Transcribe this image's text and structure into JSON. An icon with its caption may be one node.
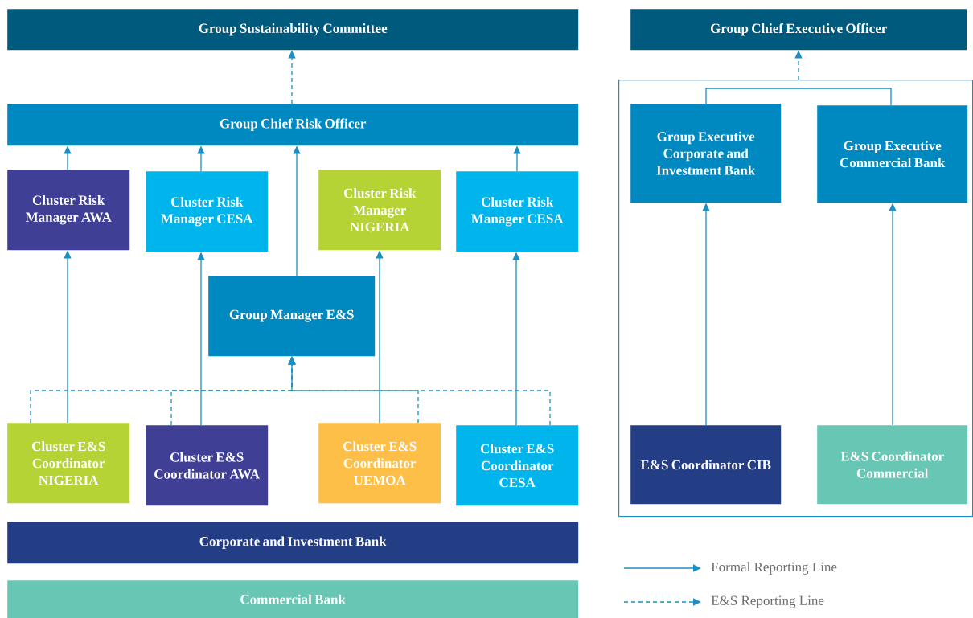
{
  "diagram": {
    "nodes": [
      {
        "text": [
          "Group Sustainability Committee"
        ]
      },
      {
        "text": [
          "Group Chief Risk Officer"
        ]
      },
      {
        "text": [
          "Cluster Risk Manager AWA"
        ]
      },
      {
        "text": [
          "Cluster Risk Manager CESA"
        ]
      },
      {
        "text": [
          "Cluster Risk Manager NIGERIA"
        ]
      },
      {
        "text": [
          "Cluster Risk Manager CESA"
        ]
      },
      {
        "text": [
          "Group Manager E&S"
        ]
      },
      {
        "text": [
          "Cluster E&S Coordinator NIGERIA"
        ]
      },
      {
        "text": [
          "Cluster E&S Coordinator AWA"
        ]
      },
      {
        "text": [
          "Cluster E&S Coordinator UEMOA"
        ]
      },
      {
        "text": [
          "Cluster E&S Coordinator CESA"
        ]
      },
      {
        "text": [
          "Corporate and Investment Bank"
        ]
      },
      {
        "text": [
          "Commercial Bank"
        ]
      },
      {
        "text": [
          "Group Chief Executive Officer"
        ]
      },
      {
        "text": [],
        "shape": "box"
      },
      {
        "text": [
          "Group Executive Corporate and Investment Bank"
        ],
        "in": 14
      },
      {
        "text": [
          "Group Executive Commercial Bank"
        ],
        "in": 14
      },
      {
        "text": [
          "E&S Coordinator CIB"
        ],
        "in": 14
      },
      {
        "text": [
          "E&S Coordinator Commercial"
        ],
        "in": 14
      }
    ],
    "edges": [
      {
        "from": 1,
        "to": 0,
        "arrow": "to",
        "style": "dashed"
      },
      {
        "from": 2,
        "to": 1,
        "arrow": "to"
      },
      {
        "from": 3,
        "to": 1,
        "arrow": "to"
      },
      {
        "from": 6,
        "to": 1,
        "arrow": "to"
      },
      {
        "from": 5,
        "to": 1,
        "arrow": "to"
      },
      {
        "from": 7,
        "to": 2,
        "arrow": "to"
      },
      {
        "from": 8,
        "to": 3,
        "arrow": "to"
      },
      {
        "from": 9,
        "to": 4,
        "arrow": "to"
      },
      {
        "from": 10,
        "to": 5,
        "arrow": "to"
      },
      {
        "from": 7,
        "to": 6,
        "arrow": "to",
        "style": "dashed"
      },
      {
        "from": 8,
        "to": 6,
        "arrow": "to",
        "style": "dashed"
      },
      {
        "from": 9,
        "to": 6,
        "arrow": "to",
        "style": "dashed"
      },
      {
        "from": 10,
        "to": 6,
        "arrow": "to",
        "style": "dashed"
      },
      {
        "from": 14,
        "to": 13,
        "arrow": "to",
        "style": "dashed"
      },
      {
        "from": 15,
        "to": 16,
        "arrow": "none"
      },
      {
        "from": 17,
        "to": 15,
        "arrow": "to"
      },
      {
        "from": 18,
        "to": 16,
        "arrow": "to"
      }
    ],
    "legend": [
      {
        "text": "Formal Reporting Line"
      },
      {
        "text": "E&S Reporting Line"
      }
    ]
  }
}
